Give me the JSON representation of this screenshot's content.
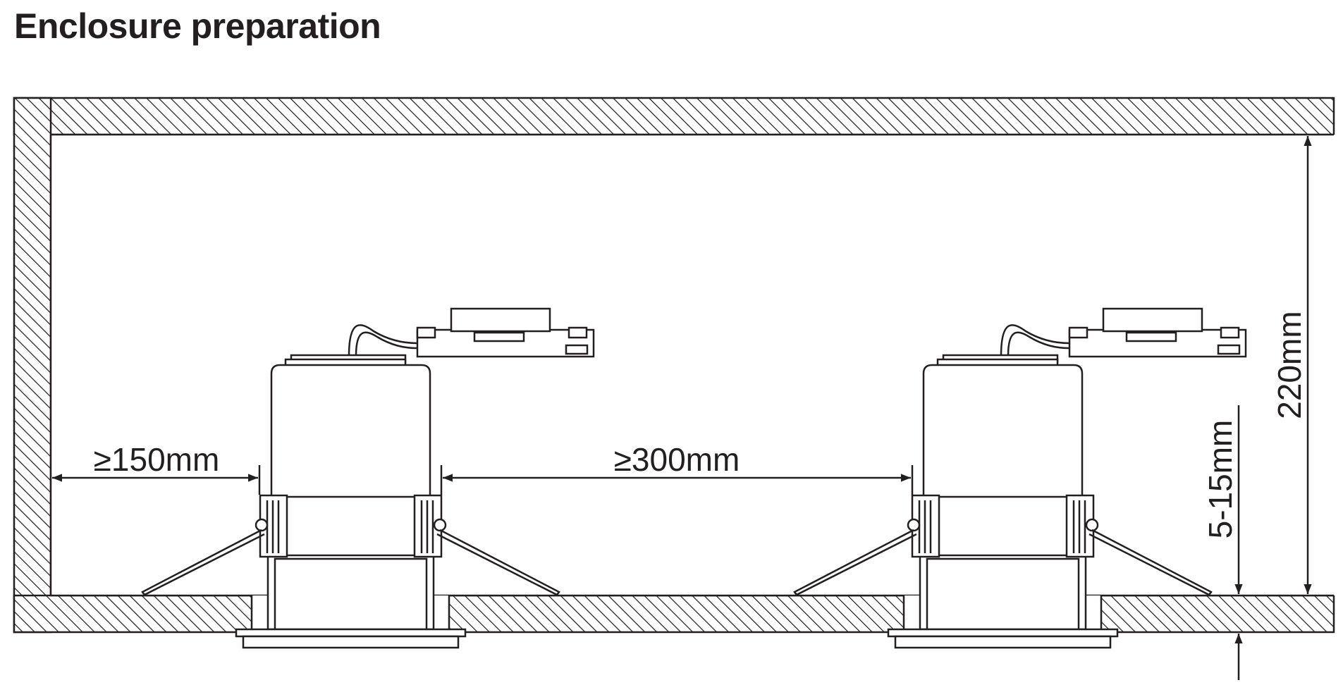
{
  "title": "Enclosure preparation",
  "dimensions": {
    "side_clearance": "≥150mm",
    "spacing": "≥300mm",
    "depth": "220mm",
    "ceiling_thickness": "5-15mm"
  },
  "colors": {
    "line": "#231f20",
    "background": "#ffffff"
  }
}
